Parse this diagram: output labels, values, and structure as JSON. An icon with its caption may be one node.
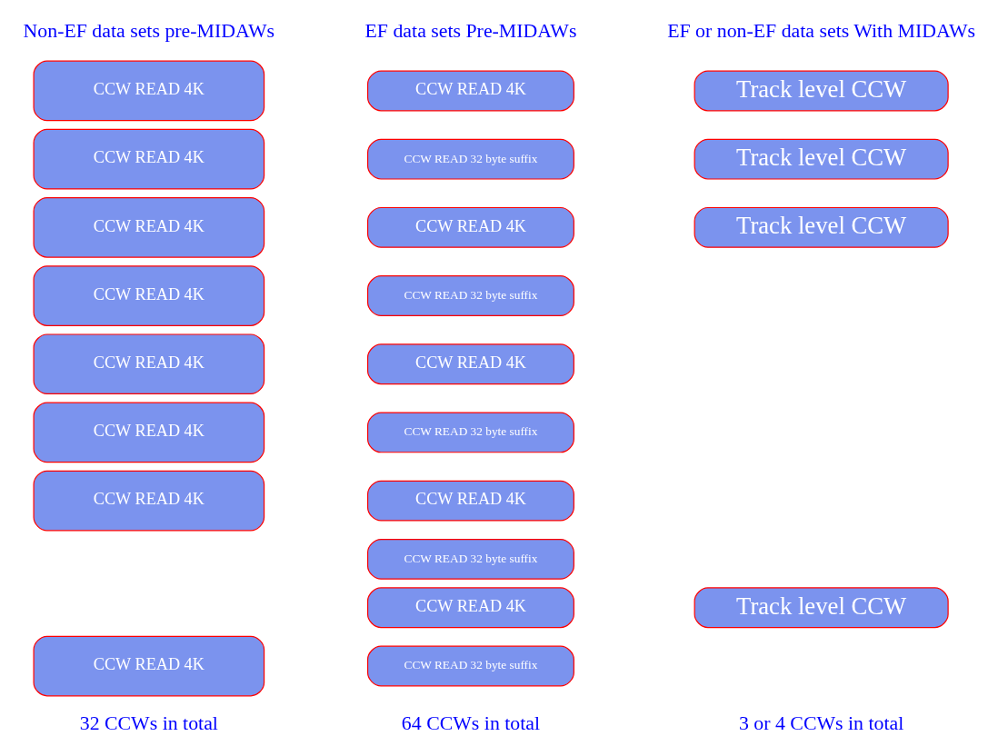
{
  "diagram": {
    "nodes": [
      {
        "text": [
          "CCW READ 4K"
        ]
      },
      {
        "text": [
          "CCW READ 4K"
        ]
      },
      {
        "text": [
          "CCW READ 4K"
        ]
      },
      {
        "text": [
          "CCW READ 4K"
        ]
      },
      {
        "text": [
          "CCW READ 4K"
        ]
      },
      {
        "text": [
          "CCW READ 4K"
        ]
      },
      {
        "text": [
          "CCW READ 4K"
        ]
      },
      {
        "text": [
          "CCW READ 4K"
        ]
      },
      {
        "text": [
          "CCW READ 4K"
        ]
      },
      {
        "text": [
          "CCW READ 32 byte suffix"
        ]
      },
      {
        "text": [
          "CCW READ 4K"
        ]
      },
      {
        "text": [
          "CCW READ 32 byte suffix"
        ]
      },
      {
        "text": [
          "CCW READ 4K"
        ]
      },
      {
        "text": [
          "CCW READ 32 byte suffix"
        ]
      },
      {
        "text": [
          "CCW READ 4K"
        ]
      },
      {
        "text": [
          "CCW READ 32 byte suffix"
        ]
      },
      {
        "text": [
          "CCW READ 4K"
        ]
      },
      {
        "text": [
          "CCW READ 32 byte suffix"
        ]
      },
      {
        "text": [
          "Track level CCW"
        ]
      },
      {
        "text": [
          "Track level CCW"
        ]
      },
      {
        "text": [
          "Track level CCW"
        ]
      },
      {
        "text": [
          "Track level CCW"
        ]
      }
    ],
    "edges": [],
    "labels": [
      "Non-EF data sets pre-MIDAWs",
      "EF data sets Pre-MIDAWs",
      "EF or non-EF data sets With MIDAWs",
      "32 CCWs in total",
      "64 CCWs in total",
      "3 or 4 CCWs in total"
    ]
  }
}
